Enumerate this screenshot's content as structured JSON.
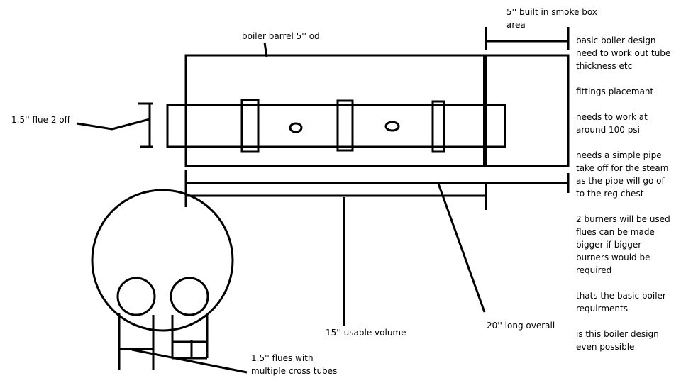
{
  "labels": {
    "smoke_box": "5'' built in smoke box",
    "smoke_box_area": "area",
    "barrel": "boiler barrel 5'' od",
    "flue": "1.5'' flue 2 off",
    "usable": "15'' usable volume",
    "overall": "20'' long overall",
    "cross_flues_1": "1.5'' flues with",
    "cross_flues_2": "multiple cross tubes"
  },
  "notes": [
    "basic boiler design",
    "need to work out tube",
    "thickness etc",
    "",
    "fittings placemant",
    "",
    "needs to work at",
    "around 100 psi",
    "",
    "needs a simple pipe",
    "take off for the steam",
    "as the pipe will go of",
    "to the reg chest",
    "",
    "2 burners will be used",
    "flues can be made",
    "bigger if bigger",
    "burners would be",
    "required",
    "",
    "thats the basic boiler",
    "requirments",
    "",
    "is this boiler design",
    "even possible"
  ],
  "colors": {
    "ink": "#000000",
    "paper": "#ffffff"
  }
}
